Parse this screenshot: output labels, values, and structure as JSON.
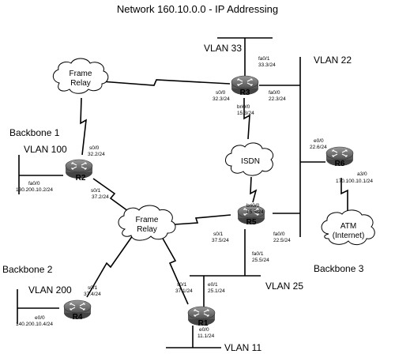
{
  "title": "Network 160.10.0.0 - IP Addressing",
  "vlans": {
    "vlan33": "VLAN 33",
    "vlan22": "VLAN 22",
    "vlan100": "VLAN 100",
    "vlan25": "VLAN 25",
    "vlan200": "VLAN 200",
    "vlan11": "VLAN 11"
  },
  "backbones": {
    "bb1": "Backbone 1",
    "bb2": "Backbone 2",
    "bb3": "Backbone 3"
  },
  "clouds": {
    "fr_top_line1": "Frame",
    "fr_top_line2": "Relay",
    "fr_mid_line1": "Frame",
    "fr_mid_line2": "Relay",
    "isdn": "ISDN",
    "atm_line1": "ATM",
    "atm_line2": "(Internet)"
  },
  "routers": {
    "r1": "R1",
    "r2": "R2",
    "r3": "R3",
    "r4": "R4",
    "r5": "R5",
    "r6": "R6"
  },
  "interfaces": {
    "r3_fa01_a": "fa0/1",
    "r3_fa01_b": "33.3/24",
    "r3_s00_a": "s0/0",
    "r3_s00_b": "32.3/24",
    "r3_fa00_a": "fa0/0",
    "r3_fa00_b": "22.3/24",
    "r3_bri_a": "bri0/0",
    "r3_bri_b": "15.3/24",
    "r2_s00_a": "s0/0",
    "r2_s00_b": "32.2/24",
    "r2_fa00_a": "fa0/0",
    "r2_fa00_b": "130.200.10.2/24",
    "r2_s01_a": "s0/1",
    "r2_s01_b": "37.2/24",
    "r6_e00_a": "e0/0",
    "r6_e00_b": "22.6/24",
    "r6_a30_a": "a3/0",
    "r6_a30_b": "170.100.10.1/24",
    "r5_bri_a": "bri0/0",
    "r5_bri_b": "15.5/24",
    "r5_s01_a": "s0/1",
    "r5_s01_b": "37.5/24",
    "r5_fa00_a": "fa0/0",
    "r5_fa00_b": "22.5/24",
    "r5_fa01_a": "fa0/1",
    "r5_fa01_b": "25.5/24",
    "r4_s01_a": "s0/1",
    "r4_s01_b": "37.4/24",
    "r4_e00_a": "e0/0",
    "r4_e00_b": "140.200.10.4/24",
    "r1_s01_a": "s0/1",
    "r1_s01_b": "37.1/24",
    "r1_e01_a": "e0/1",
    "r1_e01_b": "25.1/24",
    "r1_e00_a": "e0/0",
    "r1_e00_b": "11.1/24"
  }
}
